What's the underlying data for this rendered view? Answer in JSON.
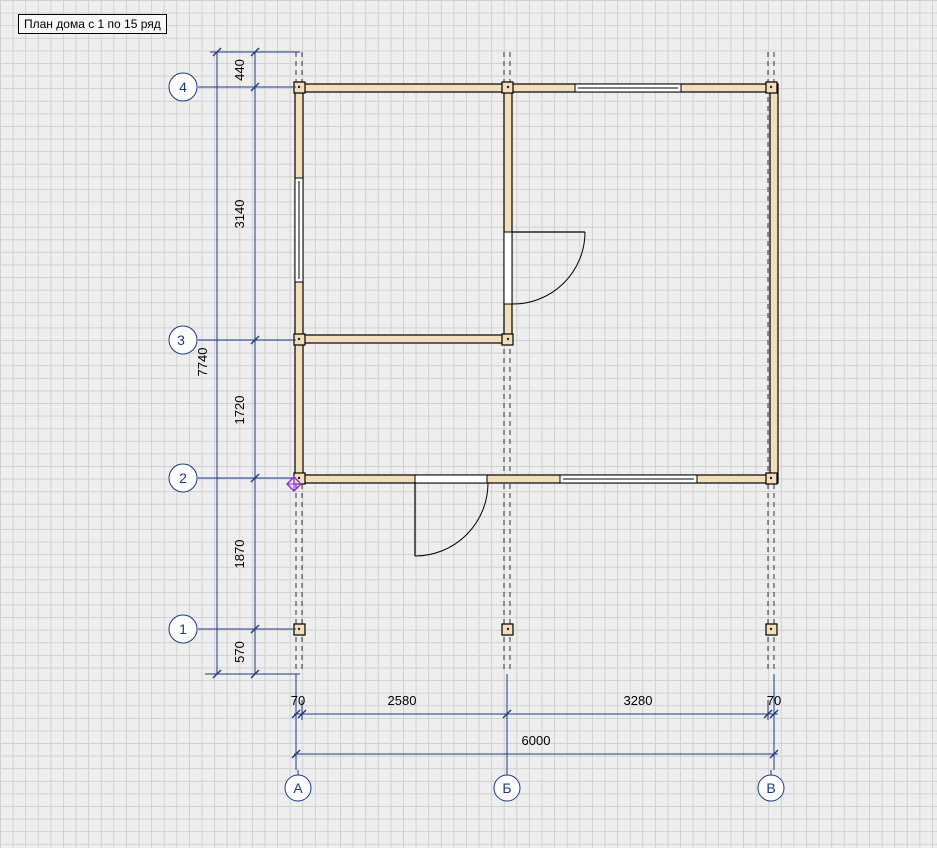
{
  "title": "План дома с 1 по 15 ряд",
  "axes": {
    "rows": [
      "4",
      "3",
      "2",
      "1"
    ],
    "columns": [
      "А",
      "Б",
      "В"
    ]
  },
  "dimensions": {
    "vertical_chain": [
      "440",
      "3140",
      "1720",
      "1870",
      "570"
    ],
    "vertical_total": "7740",
    "horizontal_chain": [
      "70",
      "2580",
      "3280",
      "70"
    ],
    "horizontal_total": "6000"
  },
  "colors": {
    "wall": "#f2deb8",
    "line": "#1a3a8a",
    "marker": "#8a2be2"
  }
}
